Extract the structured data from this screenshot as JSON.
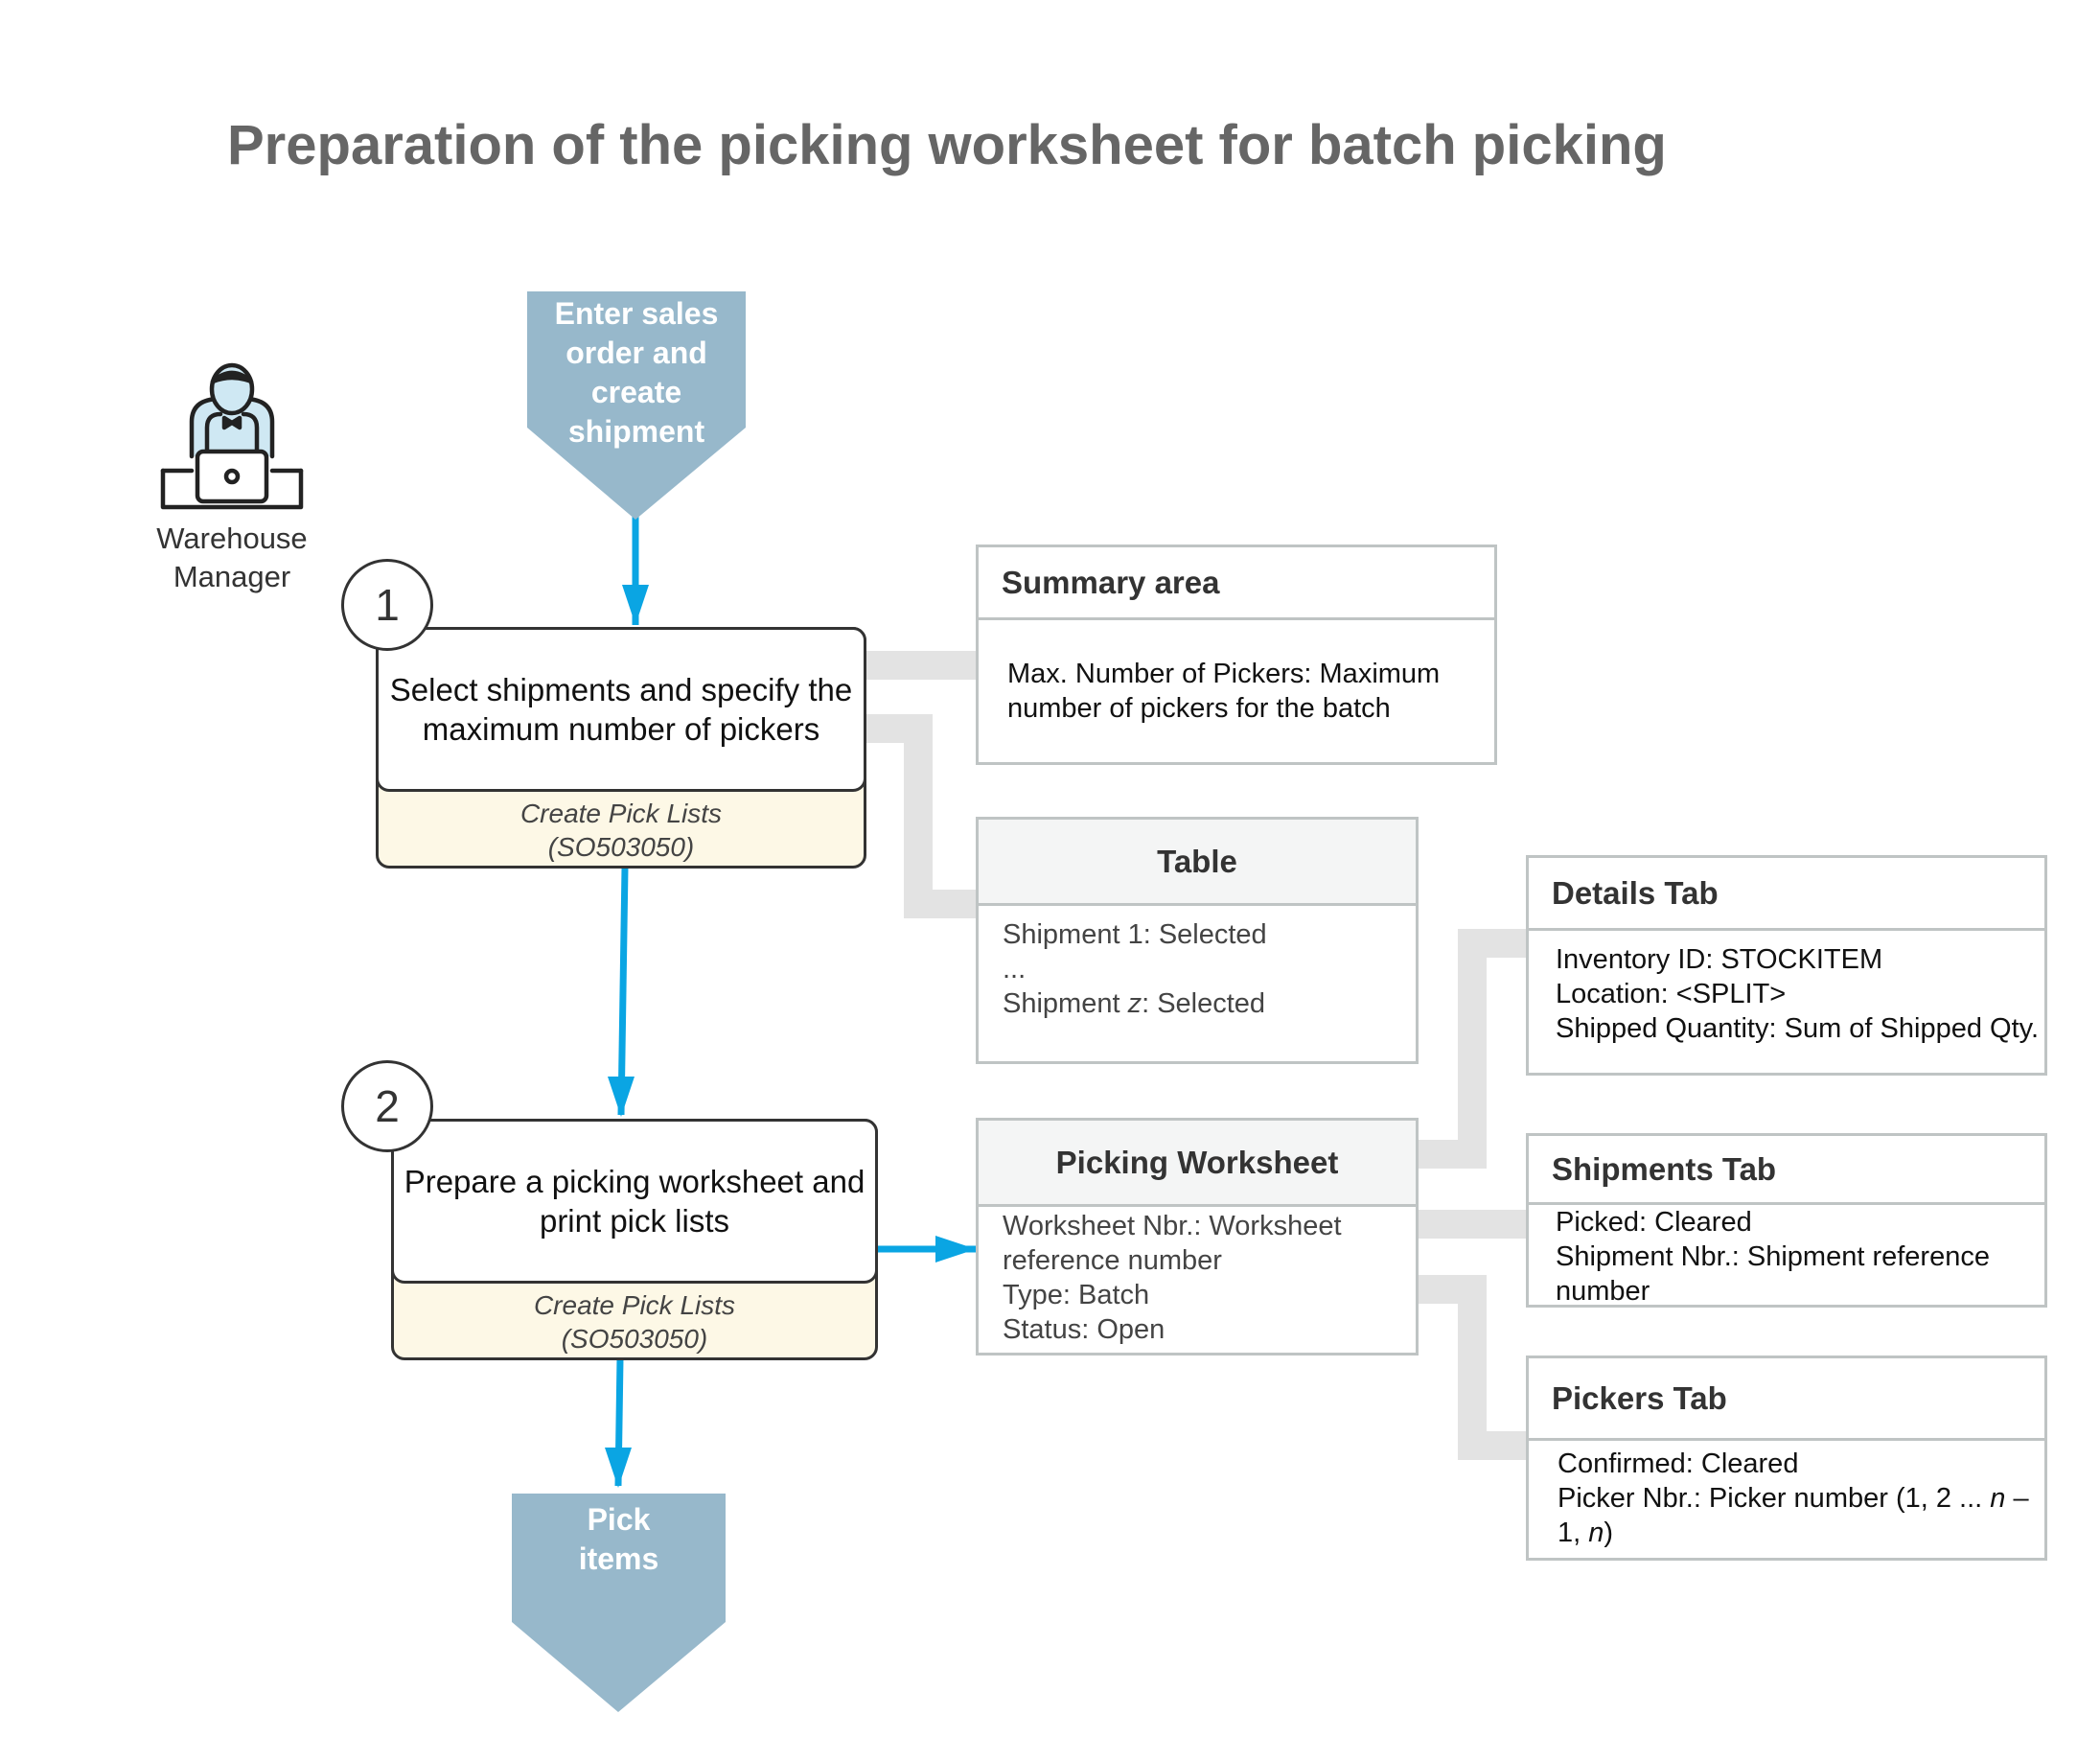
{
  "title": "Preparation of the picking worksheet for batch picking",
  "actor": {
    "label_line1": "Warehouse",
    "label_line2": "Manager",
    "icon": "person-at-laptop-icon"
  },
  "start_shape": {
    "lines": [
      "Enter sales",
      "order and",
      "create",
      "shipment"
    ]
  },
  "end_shape": {
    "lines": [
      "Pick",
      "items"
    ]
  },
  "steps": [
    {
      "number": "1",
      "lines": [
        "Select shipments and specify the",
        "maximum number of pickers"
      ],
      "form_name": "Create Pick Lists",
      "form_id": "(SO503050)"
    },
    {
      "number": "2",
      "lines": [
        "Prepare a picking worksheet and",
        "print pick lists"
      ],
      "form_name": "Create Pick Lists",
      "form_id": "(SO503050)"
    }
  ],
  "summary_box": {
    "title": "Summary area",
    "lines": [
      "Max. Number of Pickers: Maximum",
      "number of pickers for the batch"
    ]
  },
  "table_box": {
    "title": "Table",
    "line1": "Shipment 1: Selected",
    "line2": "...",
    "line3_prefix": "Shipment ",
    "line3_var": "z",
    "line3_suffix": ": Selected"
  },
  "worksheet_box": {
    "title": "Picking Worksheet",
    "lines": [
      "Worksheet Nbr.: Worksheet",
      "reference number",
      "Type: Batch",
      "Status: Open"
    ]
  },
  "details_tab": {
    "title": "Details Tab",
    "lines": [
      "Inventory ID: STOCKITEM",
      "Location: <SPLIT>",
      "Shipped Quantity: Sum of Shipped Qty."
    ]
  },
  "shipments_tab": {
    "title": "Shipments Tab",
    "lines": [
      "Picked: Cleared",
      "Shipment Nbr.: Shipment reference",
      "number"
    ]
  },
  "pickers_tab": {
    "title": "Pickers Tab",
    "line1": "Confirmed: Cleared",
    "line2_prefix": "Picker Nbr.: Picker number (1, 2 ... ",
    "line2_var": "n",
    "line2_suffix": " –",
    "line3_prefix": "1, ",
    "line3_var": "n",
    "line3_suffix": ")"
  },
  "colors": {
    "flow_arrow": "#0aa5e3",
    "pentagon": "#97b8cb",
    "connector": "#e3e3e3",
    "step_footer": "#fdf8e6",
    "box_border": "#bfc4c4"
  }
}
